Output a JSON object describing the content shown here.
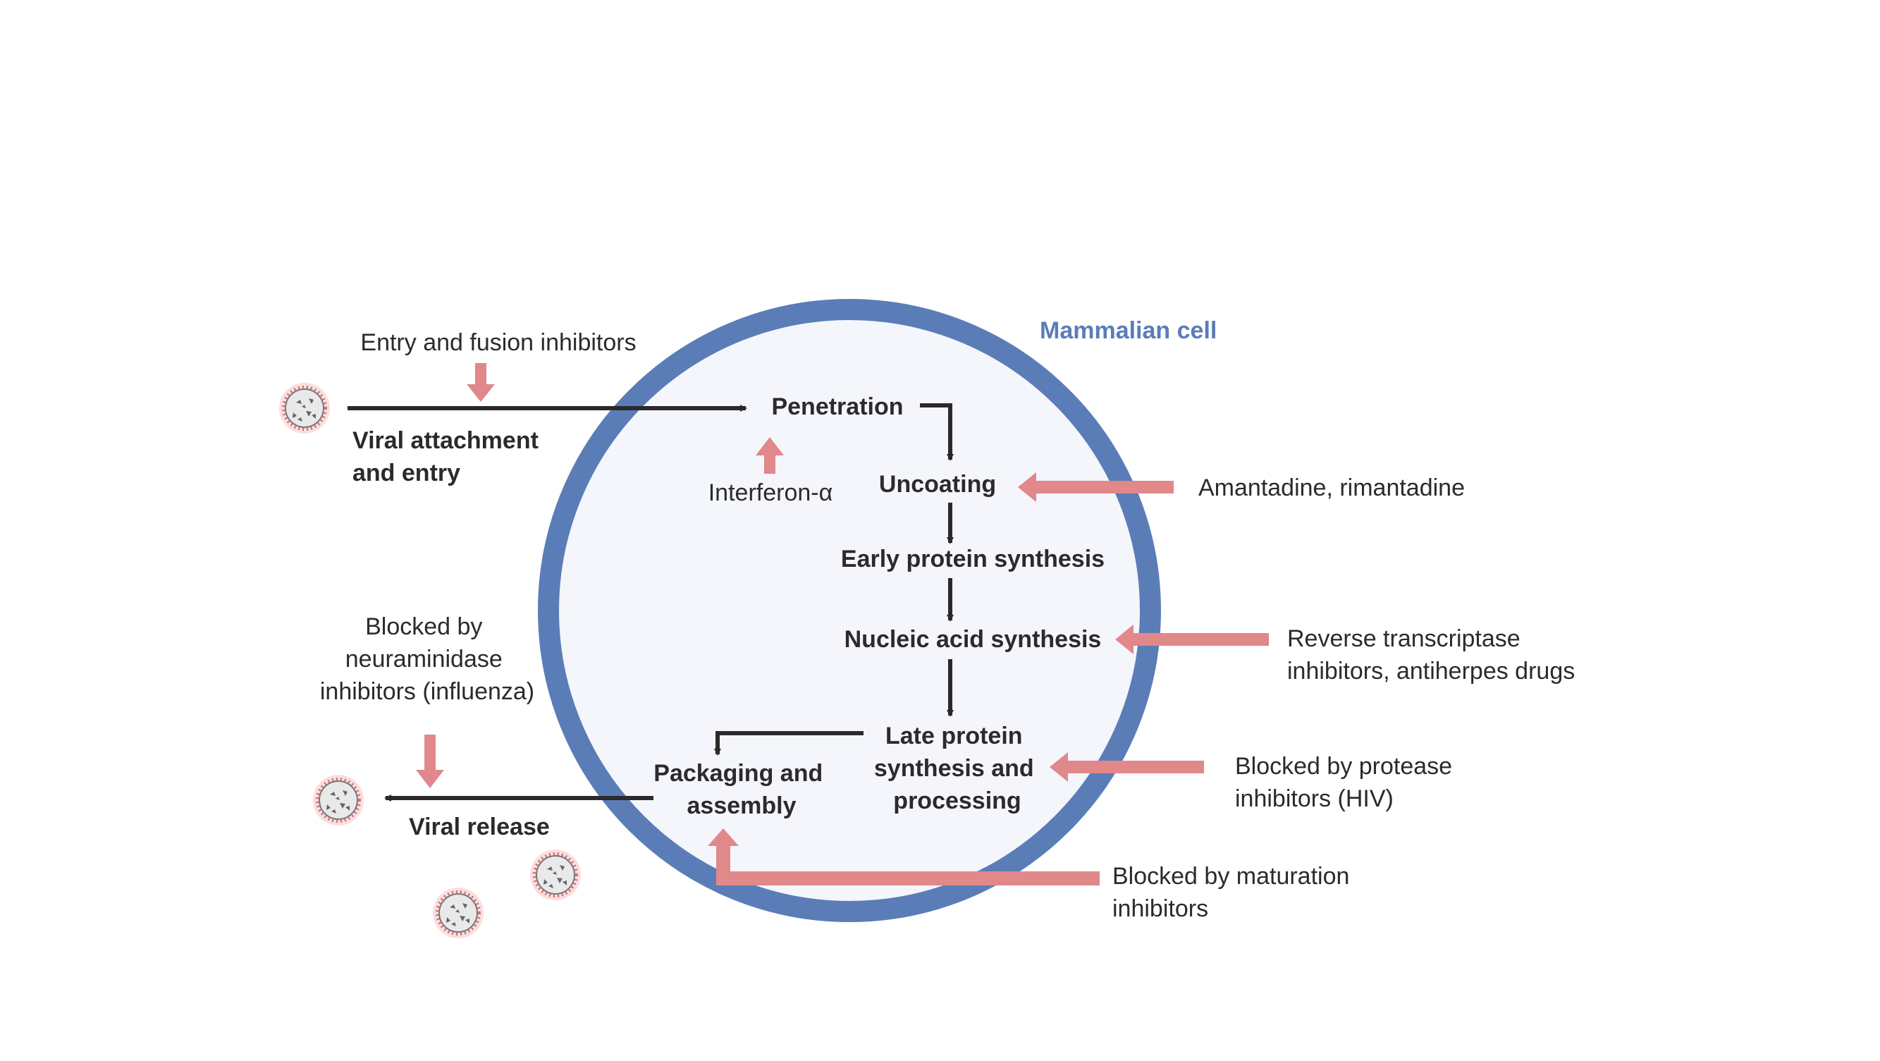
{
  "colors": {
    "cell_border": "#5b7db7",
    "cell_fill": "#f4f6fc",
    "cell_label": "#5b7db7",
    "inhibitor_arrow": "#e0888a",
    "flow_arrow": "#2a2a2a",
    "text": "#2b2b2b",
    "virus_glow": "#f6c3c3",
    "virus_spike": "#c96c6c",
    "virus_body": "#e9e9e9",
    "virus_dot": "#666666"
  },
  "cell_label": "Mammalian cell",
  "steps": {
    "penetration": "Penetration",
    "uncoating": "Uncoating",
    "early_protein": "Early protein synthesis",
    "nucleic_acid": "Nucleic acid synthesis",
    "late_protein": [
      "Late protein",
      "synthesis and",
      "processing"
    ],
    "packaging": [
      "Packaging and",
      "assembly"
    ]
  },
  "outside_steps": {
    "attachment": [
      "Viral attachment",
      "and entry"
    ],
    "release": "Viral release"
  },
  "inhibitors": {
    "entry_fusion": "Entry and fusion inhibitors",
    "interferon": "Interferon-α",
    "amantadine": "Amantadine, rimantadine",
    "reverse_transcriptase": [
      "Reverse transcriptase",
      "inhibitors, antiherpes drugs"
    ],
    "protease": [
      "Blocked by protease",
      "inhibitors (HIV)"
    ],
    "maturation": [
      "Blocked by maturation",
      "inhibitors"
    ],
    "neuraminidase": [
      "Blocked by",
      "neuraminidase",
      "inhibitors (influenza)"
    ]
  },
  "icons": {
    "virus": "virus-icon"
  }
}
